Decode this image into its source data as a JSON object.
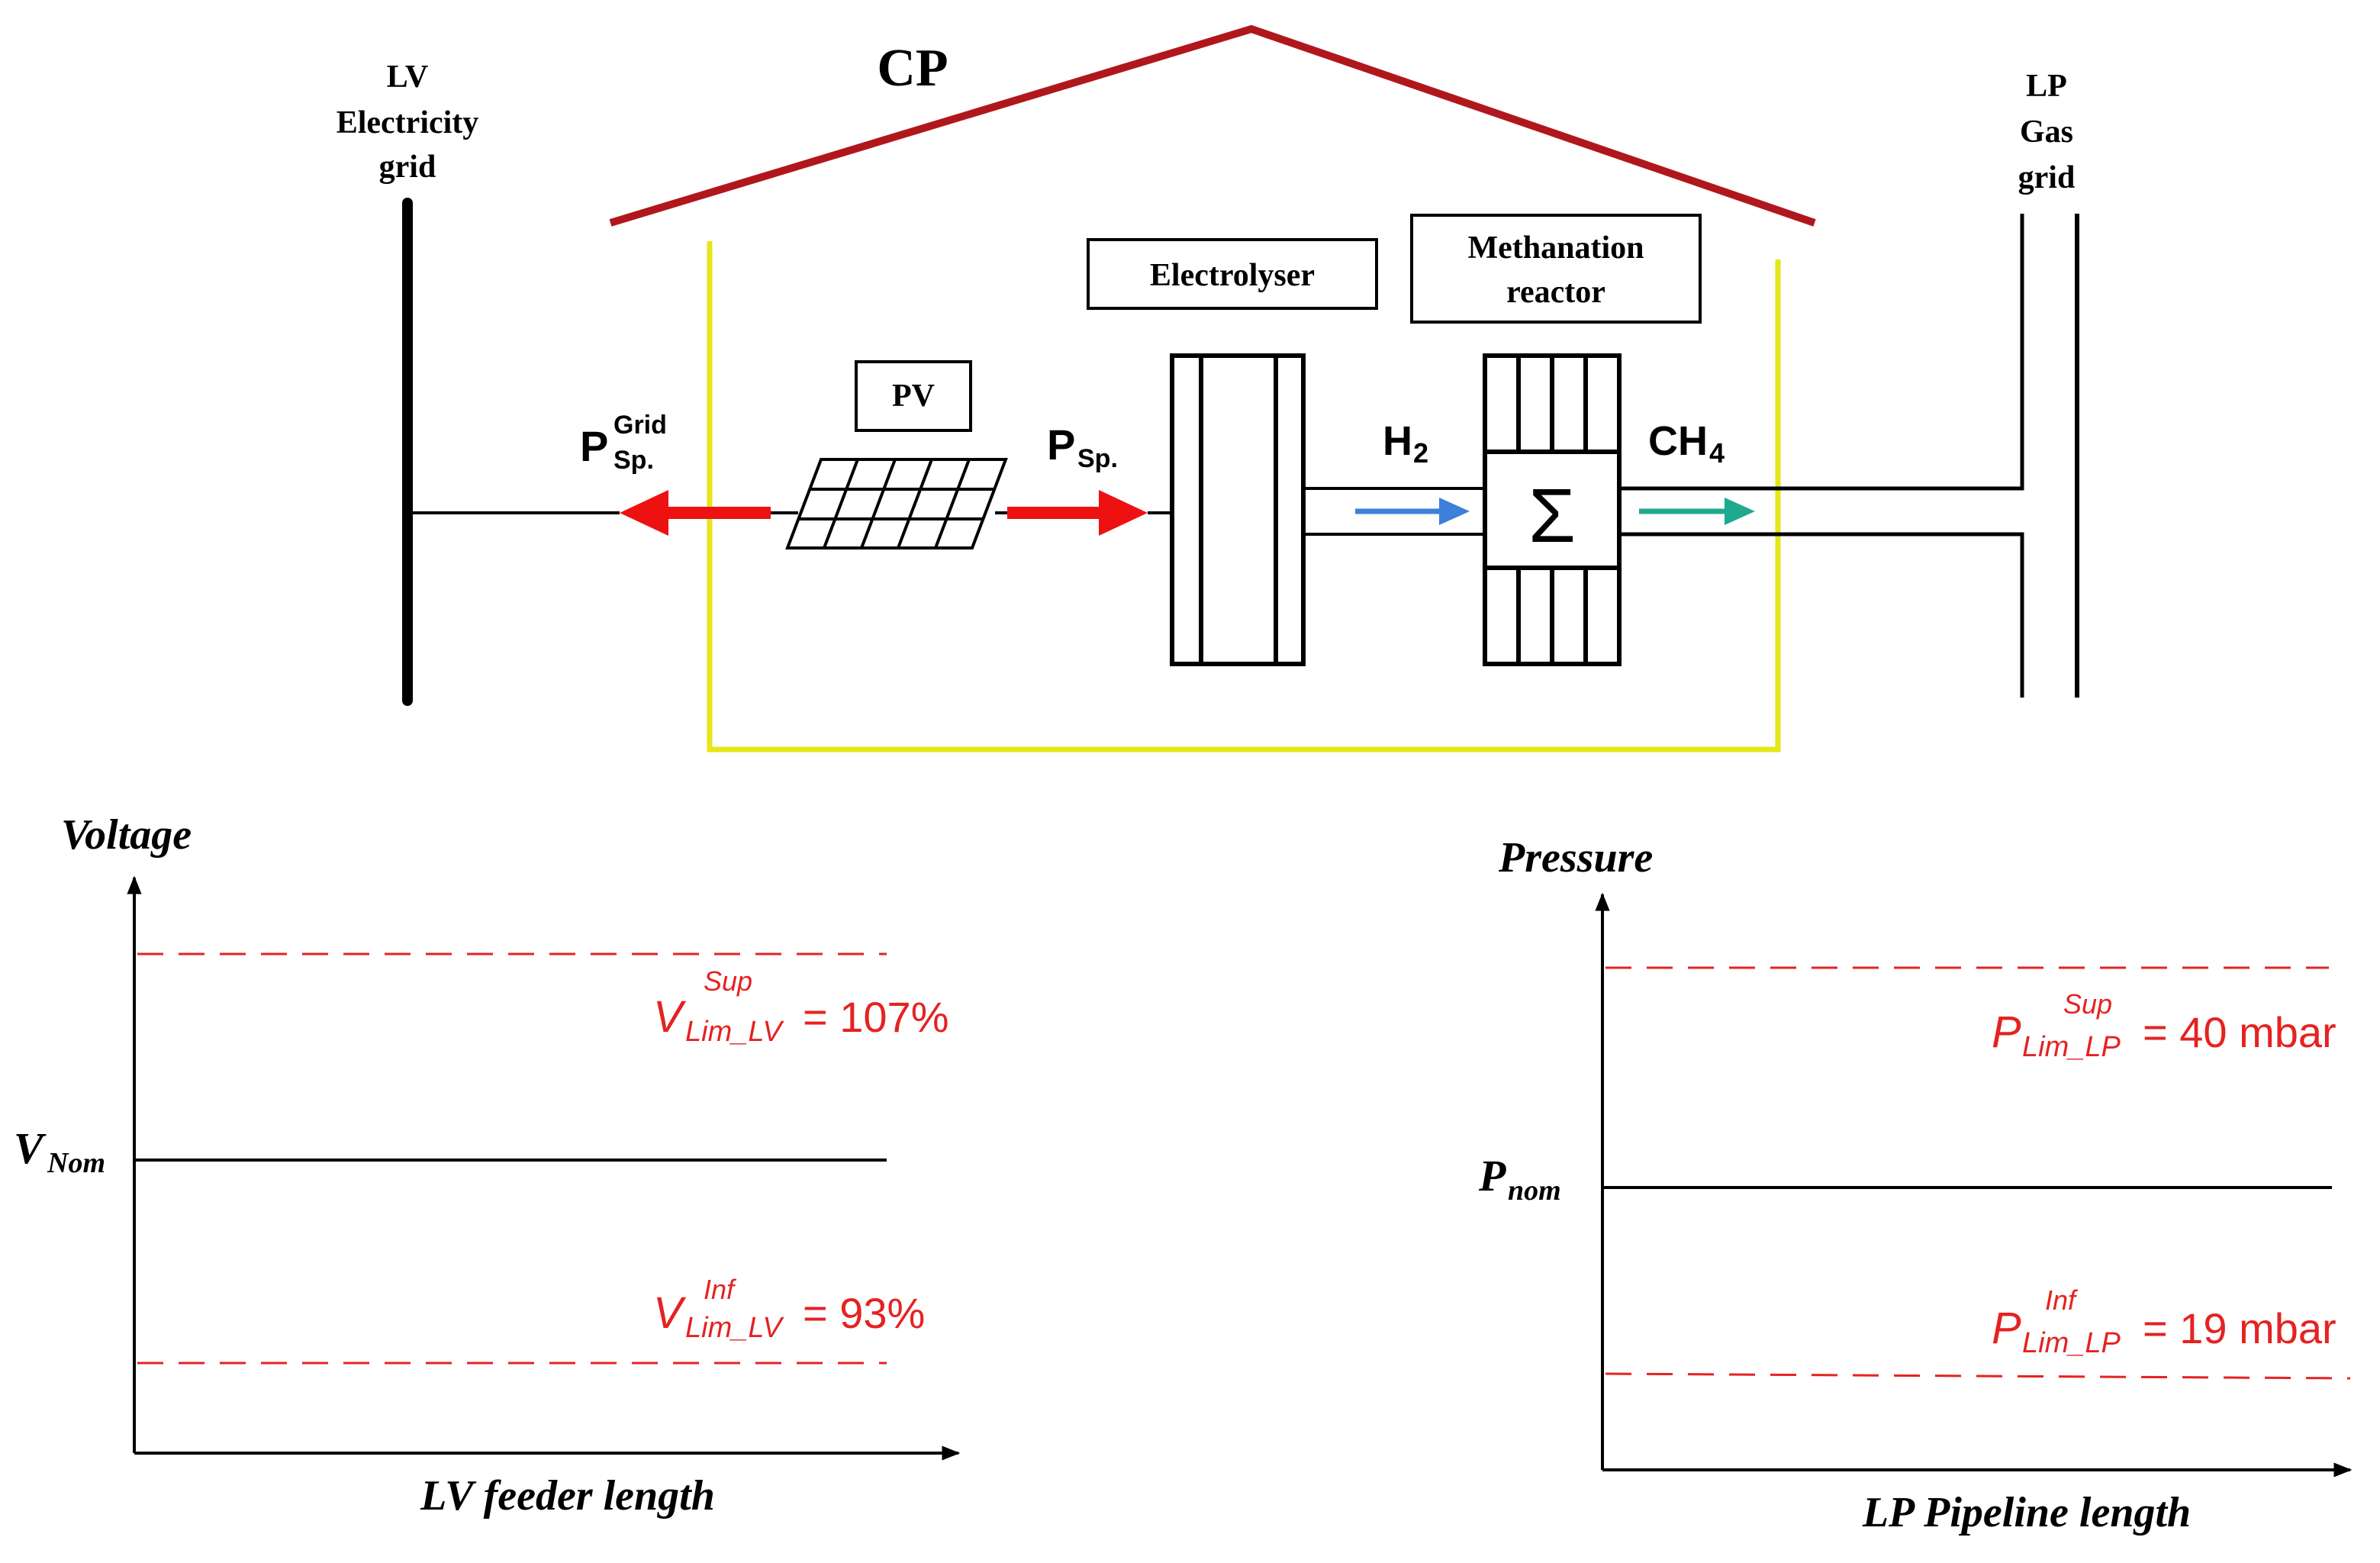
{
  "colors": {
    "roof": "#b0171c",
    "boundary": "#e6e619",
    "power_arrow": "#ee1111",
    "h2_arrow": "#3d7fd9",
    "ch4_arrow": "#1fa98f",
    "limit": "#e52222",
    "ink": "#000000"
  },
  "top": {
    "cp_label": "CP",
    "lv_grid": [
      "LV",
      "Electricity",
      "grid"
    ],
    "lp_grid": [
      "LP",
      "Gas",
      "grid"
    ],
    "pv_label": "PV",
    "electrolyser_label": "Electrolyser",
    "methanation_label": [
      "Methanation",
      "reactor"
    ],
    "p_grid": {
      "main": "P",
      "sup": "Grid",
      "sub": "Sp."
    },
    "p_sp": {
      "main": "P",
      "sub": "Sp."
    },
    "h2": {
      "main": "H",
      "sub": "2"
    },
    "ch4": {
      "main": "CH",
      "sub": "4"
    },
    "sigma": "Σ"
  },
  "voltage_panel": {
    "ylabel": "Voltage",
    "xlabel": "LV feeder length",
    "nominal": {
      "main": "V",
      "sub": "Nom"
    },
    "sup_limit": {
      "main": "V",
      "sup": "Sup",
      "sub": "Lim_LV",
      "value": "= 107%"
    },
    "inf_limit": {
      "main": "V",
      "sup": "Inf",
      "sub": "Lim_LV",
      "value": "= 93%"
    }
  },
  "pressure_panel": {
    "ylabel": "Pressure",
    "xlabel": "LP Pipeline length",
    "nominal": {
      "main": "P",
      "sub": "nom"
    },
    "sup_limit": {
      "main": "P",
      "sup": "Sup",
      "sub": "Lim_LP",
      "value": "= 40 mbar"
    },
    "inf_limit": {
      "main": "P",
      "sup": "Inf",
      "sub": "Lim_LP",
      "value": "= 19 mbar"
    }
  }
}
